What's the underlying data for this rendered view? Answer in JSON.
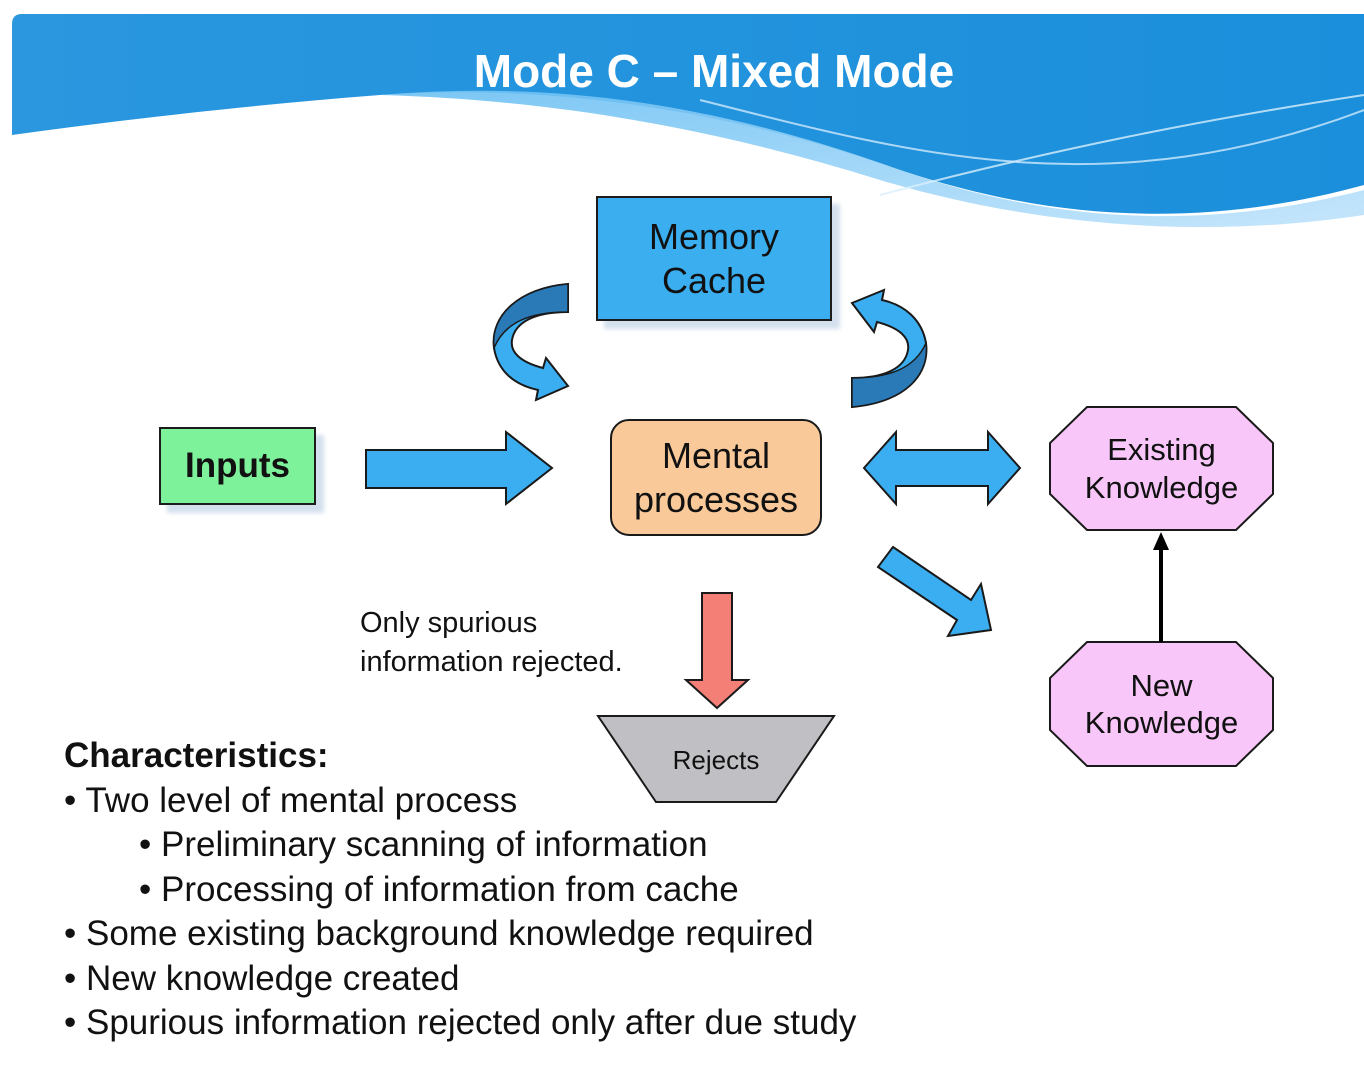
{
  "title": "Mode C – Mixed Mode",
  "nodes": {
    "memory_cache": [
      "Memory",
      "Cache"
    ],
    "inputs": "Inputs",
    "mental_processes": [
      "Mental",
      "processes"
    ],
    "existing_knowledge": [
      "Existing",
      "Knowledge"
    ],
    "new_knowledge": [
      "New",
      "Knowledge"
    ],
    "rejects": "Rejects"
  },
  "note": [
    "Only spurious",
    "information rejected."
  ],
  "characteristics": {
    "heading": "Characteristics:",
    "items": [
      "• Two level of mental process",
      "• Preliminary scanning of information",
      "• Processing of information from cache",
      "• Some existing background knowledge required",
      "• New knowledge created",
      "• Spurious information rejected only after due study"
    ]
  },
  "colors": {
    "banner": "#1b8fdb",
    "arrow_blue": "#3aaef0",
    "arrow_red": "#f47f76",
    "memory_fill": "#3aaef0",
    "inputs_fill": "#7ef29a",
    "mental_fill": "#f9c99a",
    "knowledge_fill": "#f8c6f8",
    "rejects_fill": "#c0c0c4"
  }
}
